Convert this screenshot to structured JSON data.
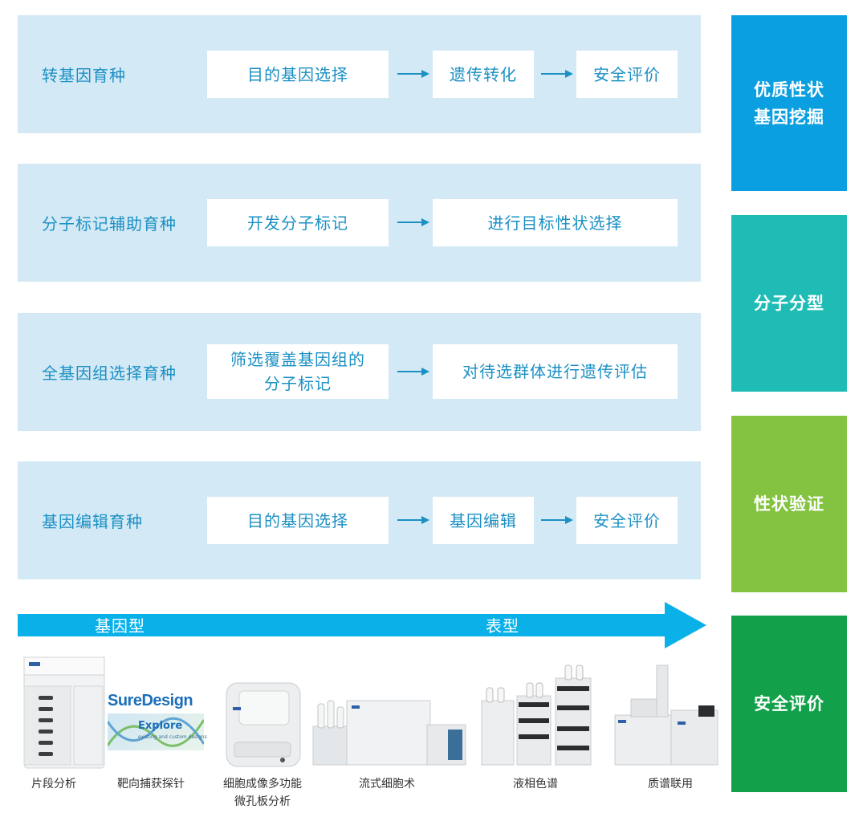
{
  "rows": [
    {
      "label": "转基因育种",
      "steps": [
        "目的基因选择",
        "遗传转化",
        "安全评价"
      ]
    },
    {
      "label": "分子标记辅助育种",
      "steps": [
        "开发分子标记",
        "进行目标性状选择"
      ]
    },
    {
      "label": "全基因组选择育种",
      "steps": [
        "筛选覆盖基因组的",
        "分子标记",
        "对待选群体进行遗传评估"
      ]
    },
    {
      "label": "基因编辑育种",
      "steps": [
        "目的基因选择",
        "基因编辑",
        "安全评价"
      ]
    }
  ],
  "side": [
    {
      "lines": [
        "优质性状",
        "基因挖掘"
      ],
      "color": "#0a9fe0"
    },
    {
      "lines": [
        "分子分型"
      ],
      "color": "#1fbcb6"
    },
    {
      "lines": [
        "性状验证"
      ],
      "color": "#84c341"
    },
    {
      "lines": [
        "安全评价"
      ],
      "color": "#12a14a"
    }
  ],
  "arrow": {
    "left": "基因型",
    "right": "表型",
    "color": "#0ab0e8"
  },
  "products": [
    {
      "label": "片段分析"
    },
    {
      "label": "靶向捕获探针",
      "logo": {
        "brand_a": "Sure",
        "brand_b": "Design",
        "sub": "Explore",
        "tag": "existing and custom designs"
      }
    },
    {
      "label": [
        "细胞成像多功能",
        "微孔板分析"
      ]
    },
    {
      "label": "流式细胞术"
    },
    {
      "label": "液相色谱"
    },
    {
      "label": "质谱联用"
    }
  ],
  "colors": {
    "row_bg": "#d3e9f5",
    "text_blue": "#1b90c4",
    "arrow_small": "#1b90c4"
  }
}
